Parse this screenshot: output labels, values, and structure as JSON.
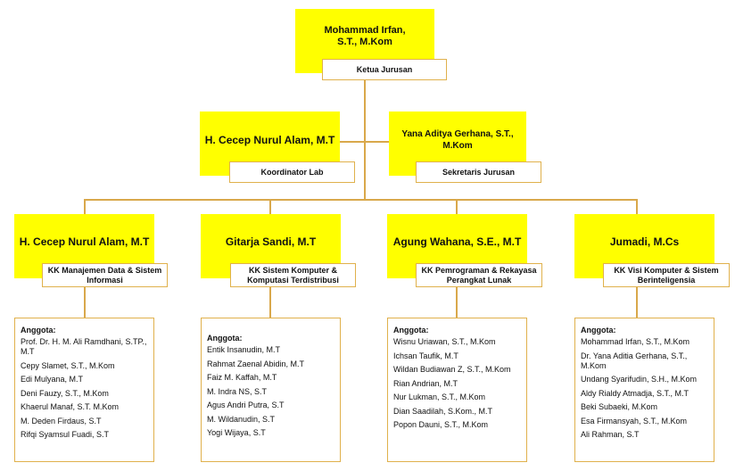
{
  "head": {
    "name": "Mohammad Irfan, S.T., M.Kom",
    "title": "Ketua Jurusan"
  },
  "coordinator": {
    "name": "H. Cecep Nurul Alam, M.T",
    "title": "Koordinator Lab"
  },
  "secretary": {
    "name": "Yana Aditya Gerhana, S.T., M.Kom",
    "title": "Sekretaris Jurusan"
  },
  "groups": [
    {
      "leader": "H. Cecep Nurul Alam, M.T",
      "title": "KK Manajemen Data & Sistem Informasi",
      "members_label": "Anggota:",
      "members": [
        "Prof. Dr. H. M. Ali Ramdhani, S.TP., M.T",
        "Cepy Slamet, S.T., M.Kom",
        "Edi Mulyana, M.T",
        "Deni Fauzy, S.T., M.Kom",
        "Khaerul Manaf, S.T. M.Kom",
        "M. Deden Firdaus, S.T",
        "Rifqi Syamsul Fuadi, S.T"
      ]
    },
    {
      "leader": "Gitarja Sandi, M.T",
      "title": "KK Sistem Komputer & Komputasi Terdistribusi",
      "members_label": "Anggota:",
      "members": [
        "Entik Insanudin, M.T",
        "Rahmat Zaenal Abidin, M.T",
        "Faiz M. Kaffah, M.T",
        "M. Indra NS, S.T",
        "Agus Andri Putra, S.T",
        "M. Wildanudin, S.T",
        "Yogi Wijaya, S.T"
      ]
    },
    {
      "leader": "Agung Wahana, S.E., M.T",
      "title": "KK Pemrograman & Rekayasa Perangkat Lunak",
      "members_label": "Anggota:",
      "members": [
        "Wisnu Uriawan, S.T., M.Kom",
        "Ichsan Taufik, M.T",
        "Wildan Budiawan Z, S.T., M.Kom",
        "Rian Andrian, M.T",
        "Nur Lukman, S.T., M.Kom",
        "Dian Saadilah, S.Kom., M.T",
        "Popon Dauni, S.T., M.Kom"
      ]
    },
    {
      "leader": "Jumadi, M.Cs",
      "title": "KK Visi Komputer & Sistem Berinteligensia",
      "members_label": "Anggota:",
      "members": [
        "Mohammad Irfan, S.T., M.Kom",
        "Dr. Yana Aditia Gerhana, S.T., M.Kom",
        "Undang Syarifudin, S.H., M.Kom",
        "Aldy Rialdy Atmadja, S.T., M.T",
        "Beki Subaeki, M.Kom",
        "Esa Firmansyah, S.T., M.Kom",
        "Ali Rahman, S.T"
      ]
    }
  ]
}
